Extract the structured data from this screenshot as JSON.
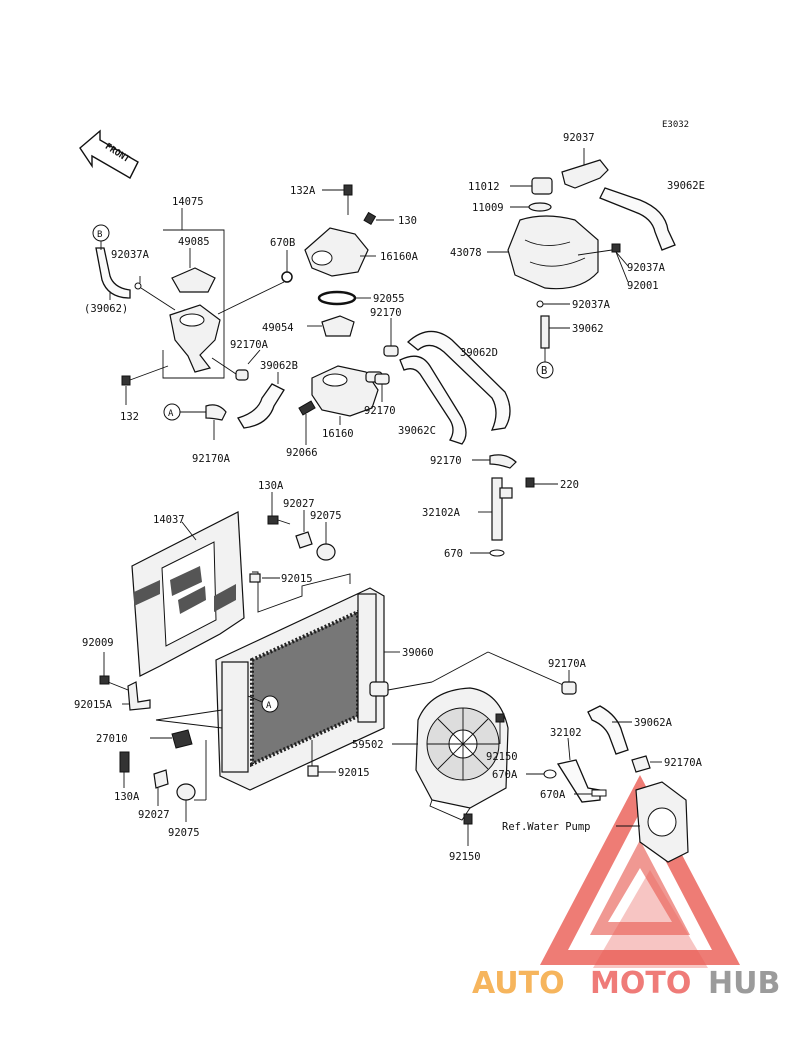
{
  "diagram": {
    "code": "E3032",
    "front_label": "FRONT",
    "ref_label": "Ref.Water Pump"
  },
  "parts": {
    "p92037": "92037",
    "p11012": "11012",
    "p11009": "11009",
    "p43078": "43078",
    "p39062E": "39062E",
    "p92037A_r": "92037A",
    "p92001": "92001",
    "p92037A_r2": "92037A",
    "p39062_r": "39062",
    "p132A": "132A",
    "p130": "130",
    "p16160A": "16160A",
    "p92055": "92055",
    "p14075": "14075",
    "p49085": "49085",
    "p670B": "670B",
    "p92037A_l": "92037A",
    "p39062_l": "(39062)",
    "p49054": "49054",
    "p92170_t": "92170",
    "p92170A_m": "92170A",
    "p39062B": "39062B",
    "p39062D": "39062D",
    "p92170_m": "92170",
    "p39062C": "39062C",
    "p132": "132",
    "p16160": "16160",
    "p92066": "92066",
    "p92170A_l": "92170A",
    "p92170_r": "92170",
    "p220": "220",
    "p32102A": "32102A",
    "p670": "670",
    "p130A_t": "130A",
    "p92027_t": "92027",
    "p92075_t": "92075",
    "p14037": "14037",
    "p92015_t": "92015",
    "p39060": "39060",
    "p92009": "92009",
    "p92015A": "92015A",
    "p92170A_r": "92170A",
    "p39062A": "39062A",
    "p27010": "27010",
    "p32102": "32102",
    "p92170A_r2": "92170A",
    "p59502": "59502",
    "p92150_m": "92150",
    "p670A_a": "670A",
    "p670A_b": "670A",
    "p130A_b": "130A",
    "p92015_b": "92015",
    "p92027_b": "92027",
    "p92075_b": "92075",
    "p92150_b": "92150"
  },
  "callouts": {
    "A": "A",
    "B": "B"
  },
  "watermark": {
    "part1": "AUTO",
    "part2": "MOTO",
    "part3": "HUB",
    "color1": "#f6b55d",
    "color2": "#ef7b78",
    "color3": "#9b9b9b",
    "logo_color": "#e8443c"
  }
}
